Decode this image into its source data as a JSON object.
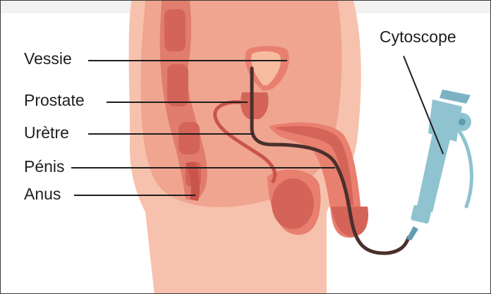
{
  "labels": {
    "vessie": "Vessie",
    "prostate": "Prostate",
    "uretre": "Urètre",
    "penis": "Pénis",
    "anus": "Anus",
    "cytoscope": "Cytoscope"
  },
  "colors": {
    "skin_light": "#f7c2ad",
    "skin_mid": "#f0a591",
    "organ": "#e87f6f",
    "organ_dark": "#d46458",
    "organ_deep": "#c9544a",
    "bladder_fill": "#f6bca0",
    "scope": "#8fc3d0",
    "scope_dark": "#5e9db0",
    "tube": "#4a302c",
    "line": "#1e1e1e"
  }
}
